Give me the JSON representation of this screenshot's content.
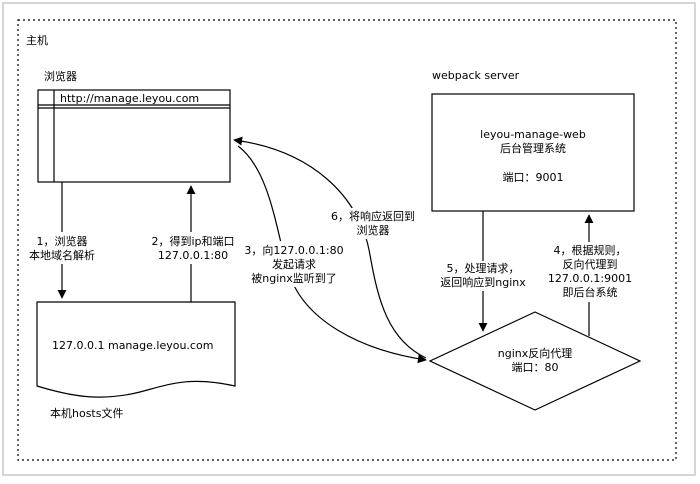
{
  "host": {
    "title": "主机"
  },
  "browser": {
    "label": "浏览器",
    "url": "http://manage.leyou.com"
  },
  "server": {
    "label": "webpack server",
    "line1": "leyou-manage-web",
    "line2": "后台管理系统",
    "port": "端口：9001"
  },
  "hosts_file": {
    "entry": "127.0.0.1 manage.leyou.com",
    "caption": "本机hosts文件"
  },
  "nginx": {
    "line1": "nginx反向代理",
    "line2": "端口：80"
  },
  "steps": {
    "s1": {
      "line1": "1，浏览器",
      "line2": "本地域名解析"
    },
    "s2": {
      "line1": "2，得到ip和端口",
      "line2": "127.0.0.1:80"
    },
    "s3": {
      "line1": "3，向127.0.0.1:80",
      "line2": "发起请求",
      "line3": "被nginx监听到了"
    },
    "s4": {
      "line1": "4，根据规则，",
      "line2": "反向代理到",
      "line3": "127.0.0.1:9001",
      "line4": "即后台系统"
    },
    "s5": {
      "line1": "5，处理请求，",
      "line2": "返回响应到nginx"
    },
    "s6": {
      "line1": "6，将响应返回到",
      "line2": "浏览器"
    }
  }
}
